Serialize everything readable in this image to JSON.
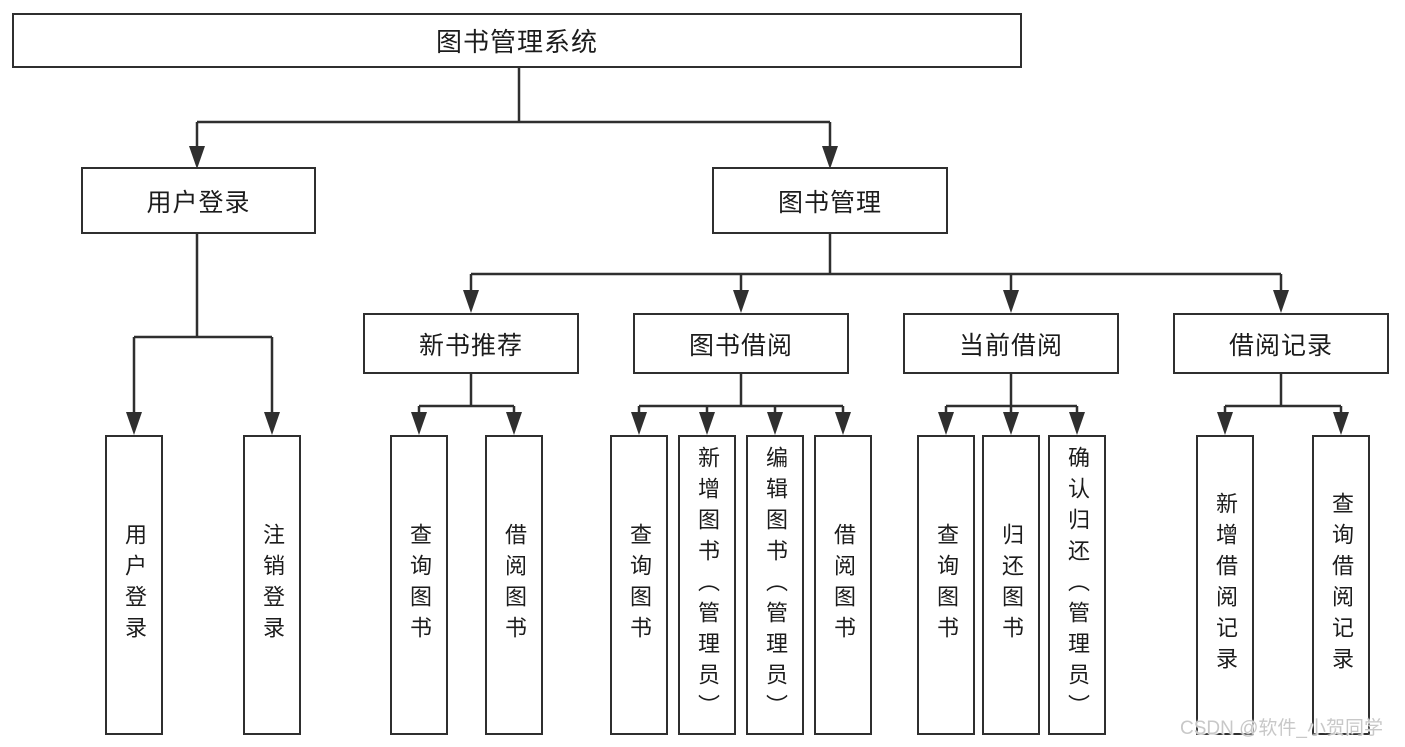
{
  "tree": {
    "root": {
      "label": "图书管理系统"
    },
    "branches": [
      {
        "label": "用户登录",
        "children": [
          {
            "label": "用户登录"
          },
          {
            "label": "注销登录"
          }
        ]
      },
      {
        "label": "图书管理",
        "children": [
          {
            "label": "新书推荐",
            "children": [
              {
                "label": "查询图书"
              },
              {
                "label": "借阅图书"
              }
            ]
          },
          {
            "label": "图书借阅",
            "children": [
              {
                "label": "查询图书"
              },
              {
                "label": "新增图书（管理员）"
              },
              {
                "label": "编辑图书（管理员）"
              },
              {
                "label": "借阅图书"
              }
            ]
          },
          {
            "label": "当前借阅",
            "children": [
              {
                "label": "查询图书"
              },
              {
                "label": "归还图书"
              },
              {
                "label": "确认归还（管理员）"
              }
            ]
          },
          {
            "label": "借阅记录",
            "children": [
              {
                "label": "新增借阅记录"
              },
              {
                "label": "查询借阅记录"
              }
            ]
          }
        ]
      }
    ]
  },
  "watermark": {
    "text": "CSDN @软件_小贺同学",
    "color": "#c8c8c8"
  },
  "colors": {
    "line": "#2f2f2f",
    "box_border": "#2f2f2f",
    "text": "#1c1c1c",
    "background": "#ffffff"
  }
}
